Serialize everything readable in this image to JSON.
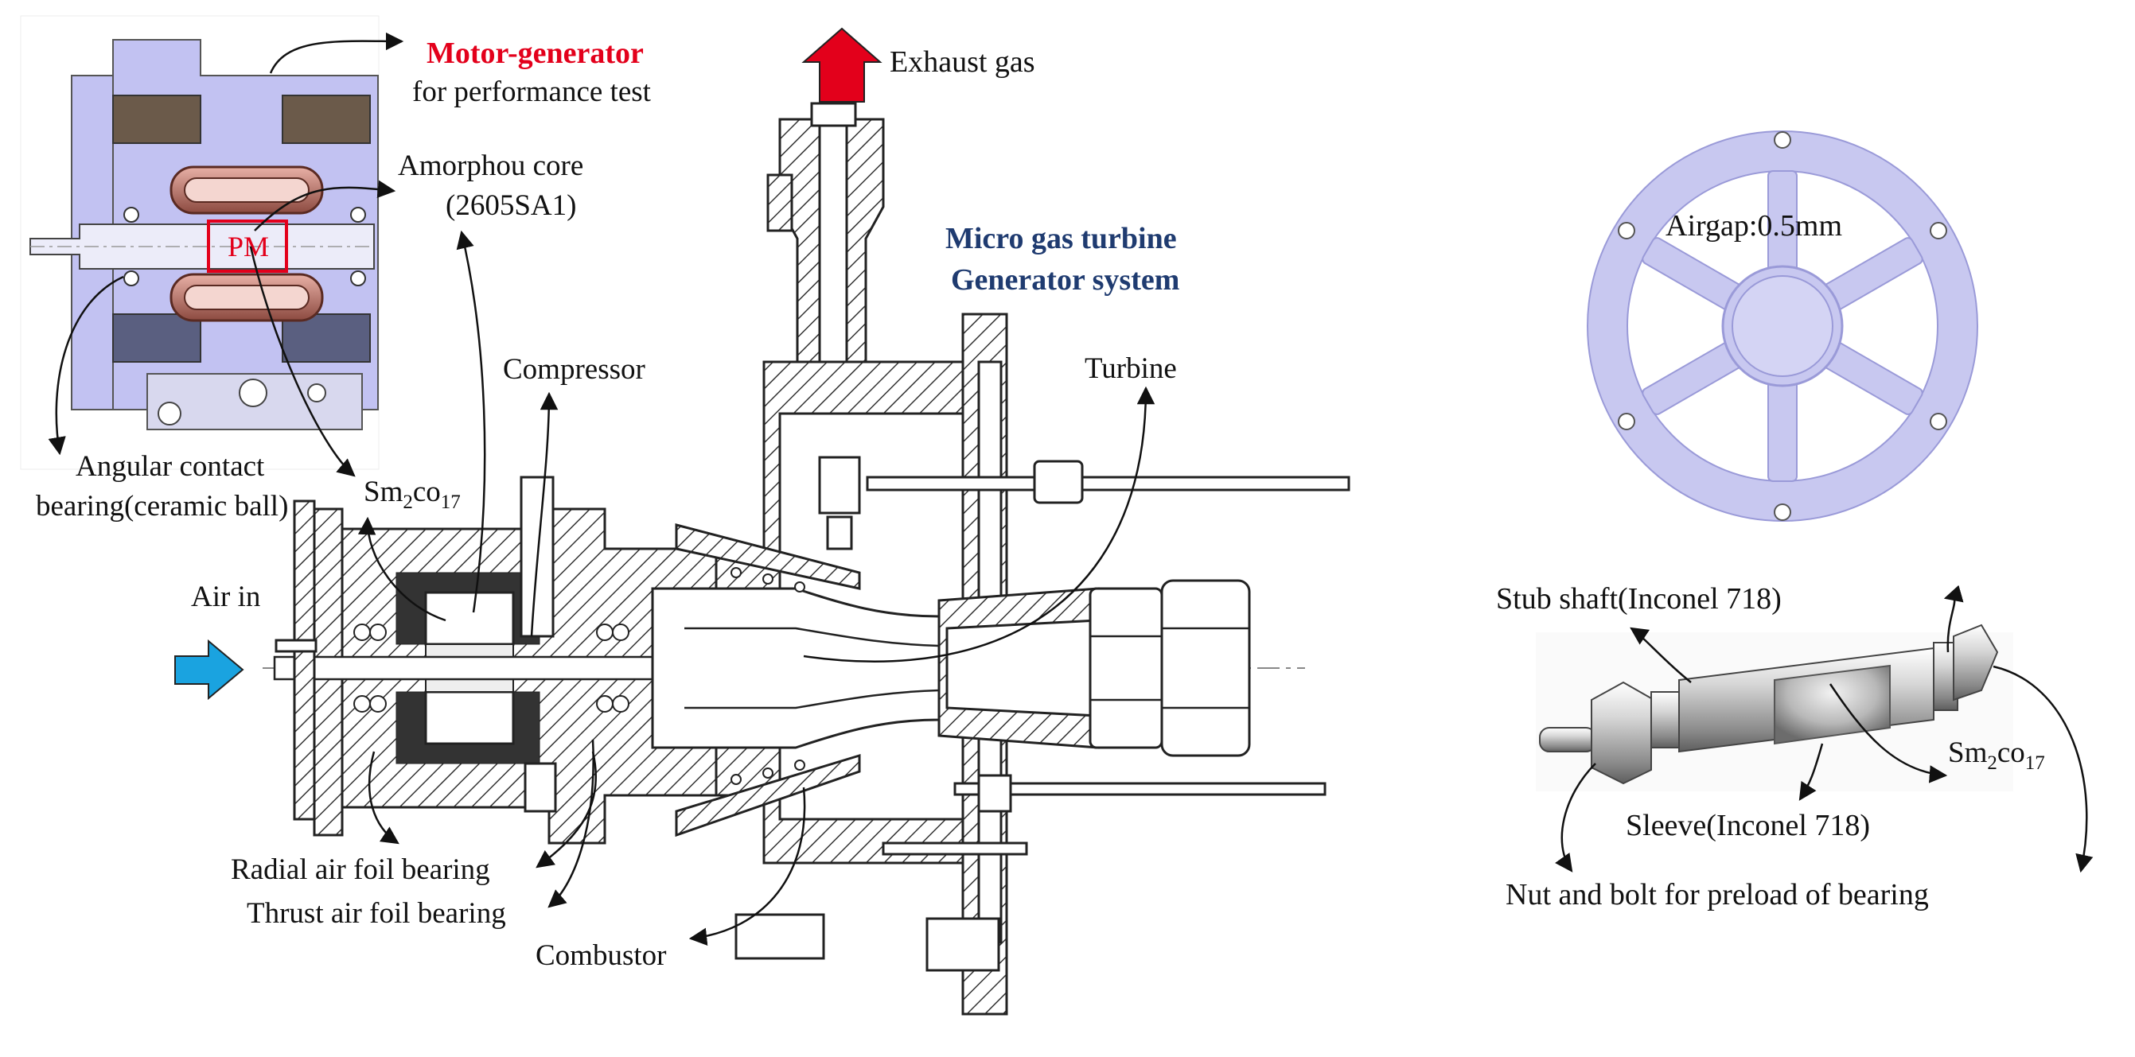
{
  "labels": {
    "motor_generator": "Motor-generator",
    "for_performance_test": "for performance test",
    "exhaust_gas": "Exhaust gas",
    "amorphou_core": "Amorphou core",
    "core_grade": "(2605SA1)",
    "pm": "PM",
    "micro_gas_turbine": "Micro gas turbine",
    "generator_system": "Generator system",
    "compressor": "Compressor",
    "turbine": "Turbine",
    "angular_contact": "Angular contact",
    "bearing_ceramic_ball": "bearing(ceramic ball)",
    "sm2co17_main": {
      "base": "Sm",
      "sub1": "2",
      "mid": "co",
      "sub2": "17"
    },
    "air_in": "Air in",
    "radial_air_foil_bearing": "Radial air foil bearing",
    "thrust_air_foil_bearing": "Thrust air foil bearing",
    "combustor": "Combustor",
    "airgap": "Airgap:0.5mm",
    "stub_shaft": "Stub shaft(Inconel 718)",
    "sm2co17_rotor": {
      "base": "Sm",
      "sub1": "2",
      "mid": "co",
      "sub2": "17"
    },
    "sleeve": "Sleeve(Inconel 718)",
    "nut_and_bolt": "Nut and bolt for preload of bearing"
  },
  "colors": {
    "motor_highlight": "#e3001b",
    "system_title": "#1f3b70",
    "exhaust_arrow": "#e3001b",
    "air_arrow": "#1aa3e0",
    "stator_fill": "#c8c8f0",
    "motor_housing": "#b4b4ee",
    "coil": "#b06a62",
    "iron": "#6b5a4a"
  },
  "icons": {
    "exhaust": "up-arrow-icon",
    "air_inlet": "right-arrow-icon"
  }
}
